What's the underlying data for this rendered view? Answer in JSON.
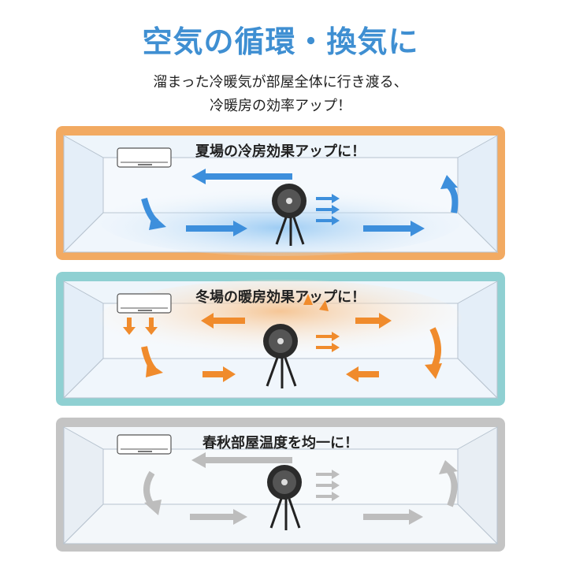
{
  "header": {
    "title": "空気の循環・換気に",
    "subtitle_line1": "溜まった冷暖気が部屋全体に行き渡る、",
    "subtitle_line2": "冷暖房の効率アップ！"
  },
  "panels": [
    {
      "label": "夏場の冷房効果アップに！",
      "frame_color": "#f2aa62",
      "arrow_color": "#3d8fdc"
    },
    {
      "label": "冬場の暖房効果アップに！",
      "frame_color": "#8fd0d2",
      "arrow_color": "#f08b2c"
    },
    {
      "label": "春秋部屋温度を均一に！",
      "frame_color": "#c4c4c4",
      "arrow_color": "#bdbdbd"
    }
  ]
}
